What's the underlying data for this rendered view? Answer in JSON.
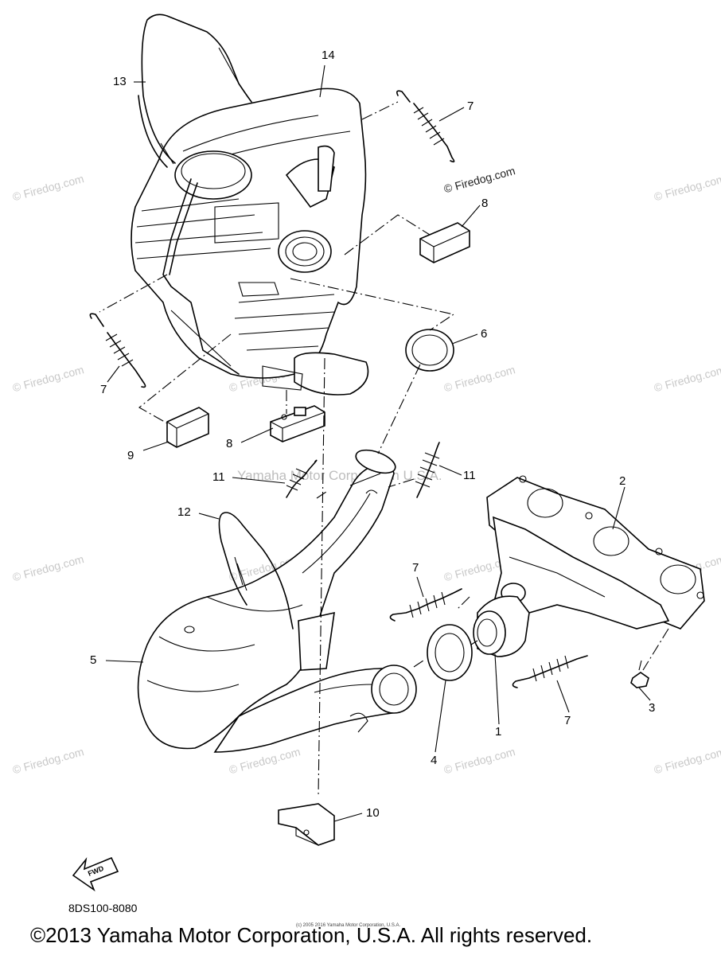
{
  "watermark": "© Firedog.com",
  "center_watermark": "Yamaha Motor Corporation U.S.A.",
  "callouts": [
    "13",
    "14",
    "7",
    "8",
    "6",
    "7",
    "9",
    "8",
    "11",
    "11",
    "12",
    "2",
    "7",
    "5",
    "3",
    "7",
    "1",
    "4",
    "10"
  ],
  "part_code": "8DS100-8080",
  "fwd_label": "FWD",
  "tiny_copyright": "(c) 2005 2016 Yamaha Motor Corporation, U.S.A.",
  "copyright": "©2013 Yamaha Motor Corporation, U.S.A. All rights reserved."
}
